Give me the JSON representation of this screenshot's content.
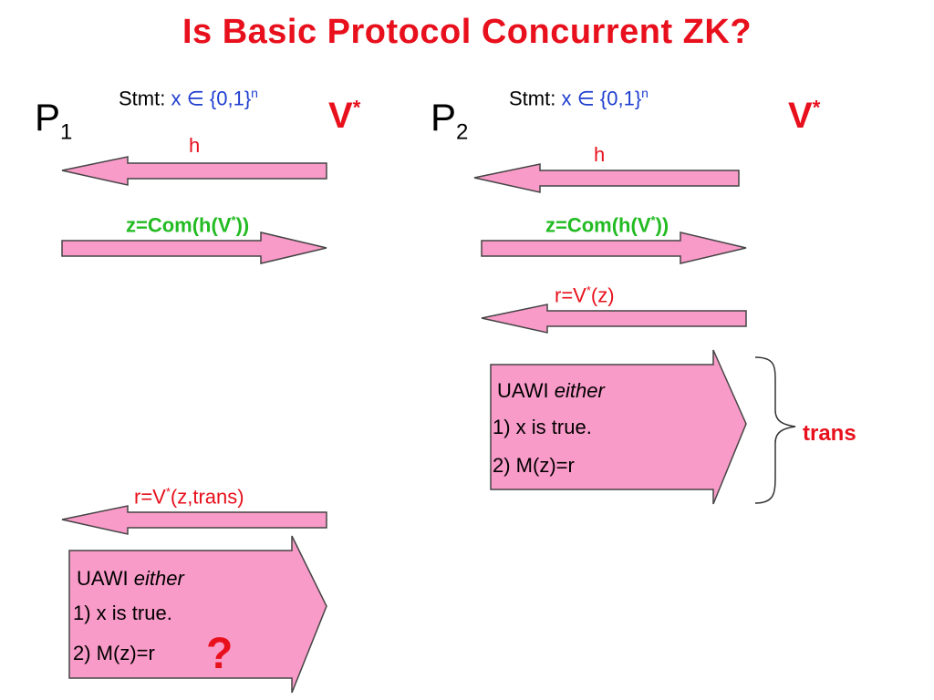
{
  "title": "Is Basic Protocol Concurrent ZK?",
  "colors": {
    "title": "#e8101c",
    "arrow_fill": "#f99bc8",
    "arrow_stroke": "#444444",
    "green_label": "#22bb22",
    "blue_math": "#1f3fd0"
  },
  "left_session": {
    "prover": "P",
    "prover_sub": "1",
    "verifier": "V",
    "verifier_sup": "*",
    "stmt_label": "Stmt:",
    "stmt_var": "x",
    "stmt_in": "∈",
    "stmt_set": "{0,1}",
    "stmt_exp": "n",
    "msg_h": "h",
    "msg_z_prefix": "z=Com(h(V",
    "msg_z_sup": "*",
    "msg_z_suffix": "))",
    "msg_r_prefix": "r=V",
    "msg_r_sup": "*",
    "msg_r_suffix": "(z,trans)",
    "box_line1": "UAWI",
    "box_line1_em": "either",
    "box_line2": "1) x is true.",
    "box_line3": "2) M(z)=r",
    "question": "?"
  },
  "right_session": {
    "prover": "P",
    "prover_sub": "2",
    "verifier": "V",
    "verifier_sup": "*",
    "stmt_label": "Stmt:",
    "stmt_var": "x",
    "stmt_in": "∈",
    "stmt_set": "{0,1}",
    "stmt_exp": "n",
    "msg_h": "h",
    "msg_z_prefix": "z=Com(h(V",
    "msg_z_sup": "*",
    "msg_z_suffix": "))",
    "msg_r_prefix": "r=V",
    "msg_r_sup": "*",
    "msg_r_suffix": "(z)",
    "box_line1": "UAWI",
    "box_line1_em": "either",
    "box_line2": "1) x is true.",
    "box_line3": "2) M(z)=r",
    "brace_label": "trans"
  }
}
